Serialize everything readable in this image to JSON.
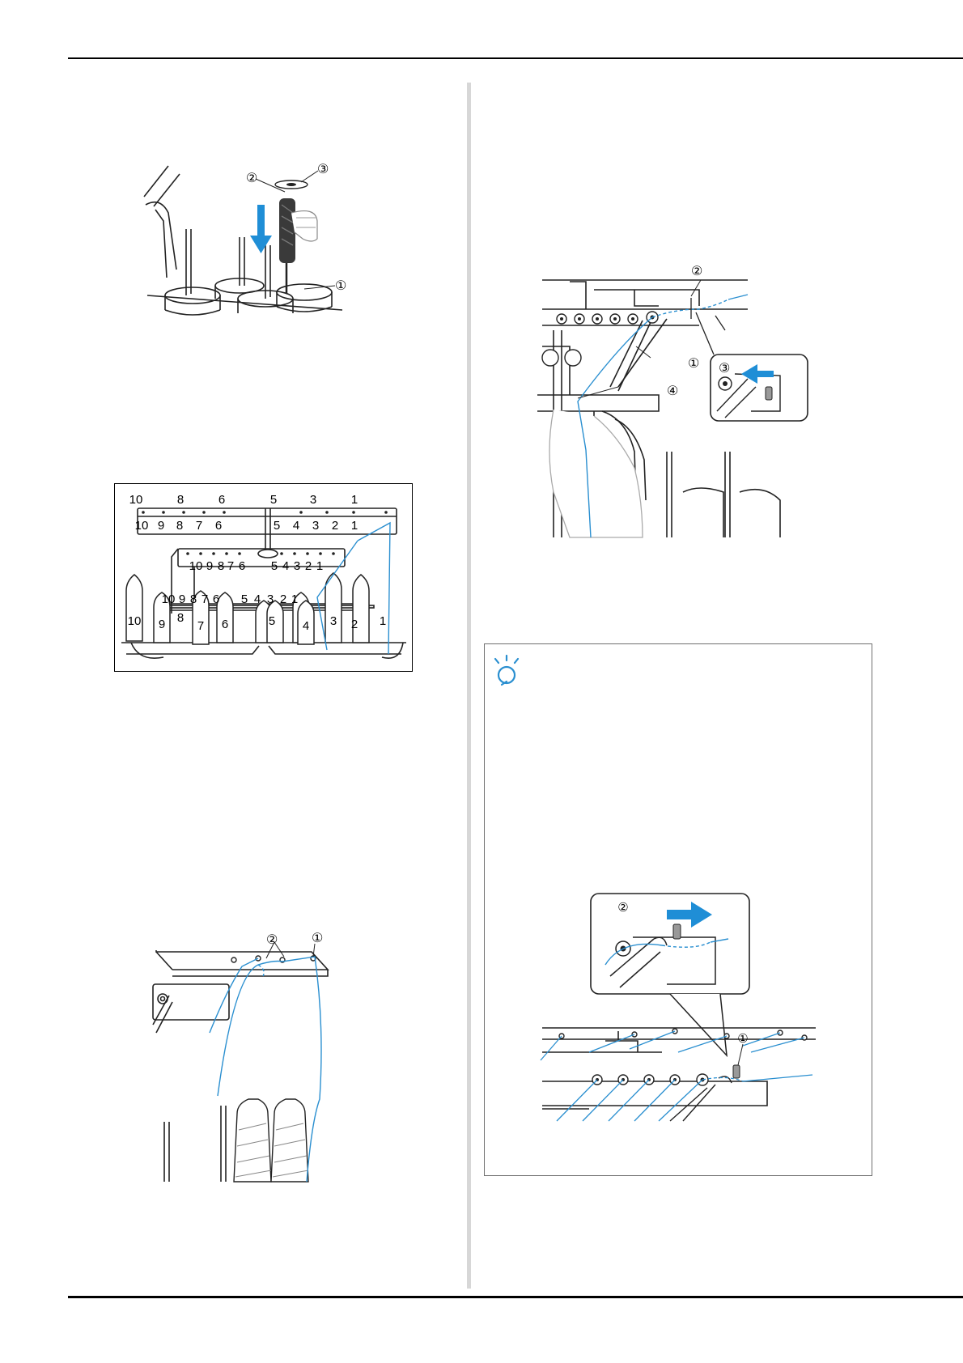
{
  "fig_spool": {
    "callouts": [
      "①",
      "②",
      "③"
    ]
  },
  "fig_guide": {
    "top_row": [
      "10",
      "8",
      "6",
      "5",
      "3",
      "1"
    ],
    "bar_row": [
      "10",
      "9",
      "8",
      "7",
      "6",
      "5",
      "4",
      "3",
      "2",
      "1"
    ],
    "mid_row": [
      "10",
      "9",
      "8",
      "7",
      "6",
      "5",
      "4",
      "3",
      "2",
      "1"
    ],
    "low_row": [
      "10",
      "9",
      "8",
      "7",
      "6",
      "5",
      "4",
      "3",
      "2",
      "1"
    ],
    "spools": [
      "10",
      "9",
      "8",
      "7",
      "6",
      "5",
      "4",
      "3",
      "2",
      "1"
    ]
  },
  "fig_thread": {
    "callouts": [
      "①",
      "②"
    ]
  },
  "fig_head": {
    "callouts": [
      "①",
      "②",
      "③",
      "④"
    ]
  },
  "fig_note": {
    "callouts": [
      "①",
      "②"
    ]
  },
  "colors": {
    "thread": "#2a8fd0",
    "arrow": "#1f8ed6",
    "line": "#222222",
    "rule": "#000000",
    "divider": "#d7d7d7",
    "note_border": "#707070",
    "note_icon": "#2a8fd0"
  }
}
